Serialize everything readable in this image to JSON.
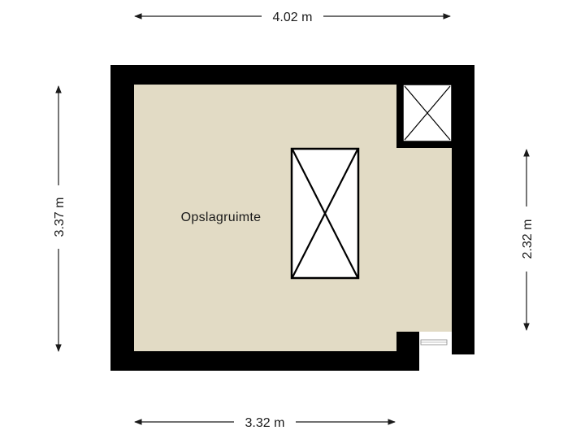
{
  "room": {
    "name": "Opslagruimte"
  },
  "dimensions": {
    "top": "4.02 m",
    "bottom": "3.32 m",
    "left": "3.37 m",
    "right": "2.32 m"
  },
  "colors": {
    "wall": "#000000",
    "floor": "#e2dbc5",
    "line": "#1a1a1a"
  },
  "symbols": {
    "void_large": "skylight-cross-icon",
    "void_small": "shaft-cross-icon"
  }
}
